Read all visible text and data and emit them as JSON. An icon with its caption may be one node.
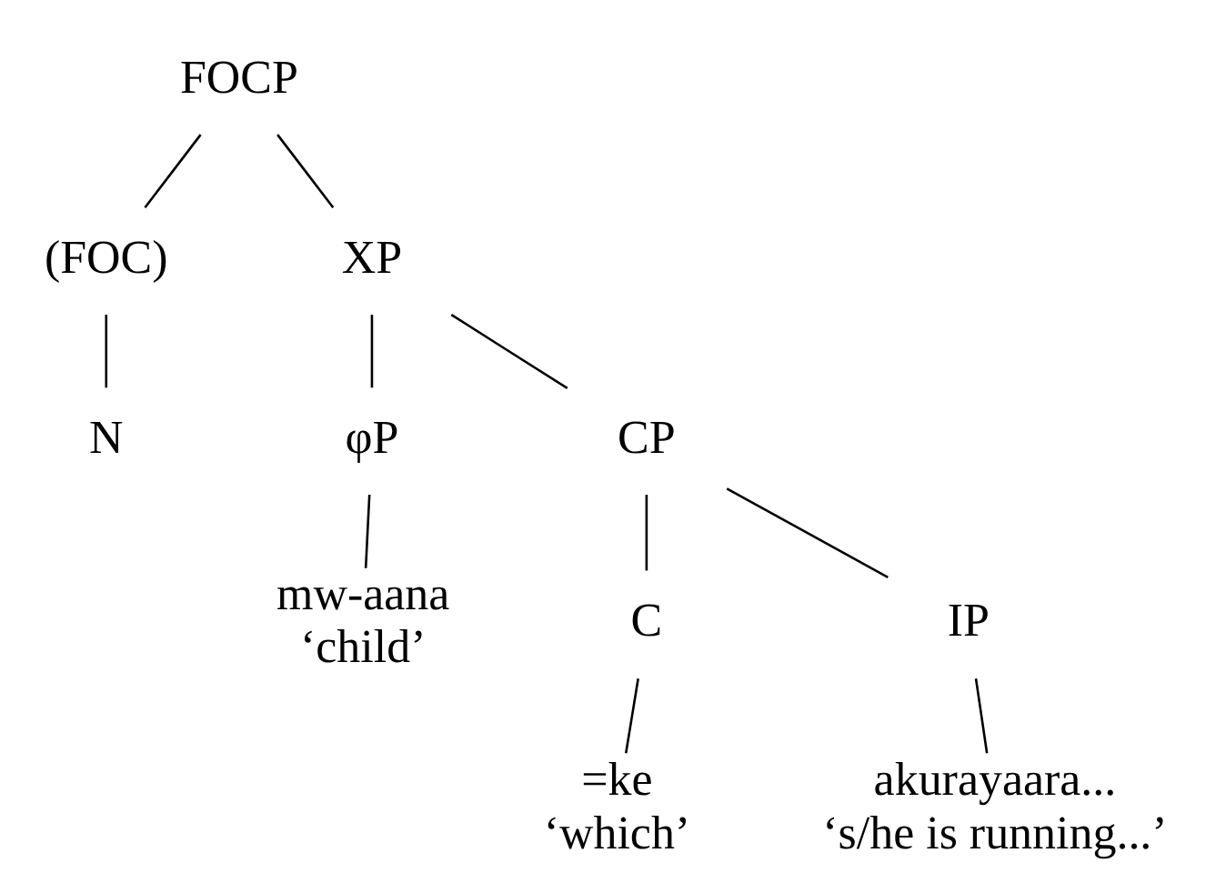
{
  "diagram": {
    "nodes": [
      {
        "text": [
          "FOCP"
        ]
      },
      {
        "text": [
          "(FOC)"
        ]
      },
      {
        "text": [
          "XP"
        ]
      },
      {
        "text": [
          "N"
        ]
      },
      {
        "text": [
          "φP"
        ]
      },
      {
        "text": [
          "CP"
        ]
      },
      {
        "text": [
          "mw-aana",
          "‘child’"
        ]
      },
      {
        "text": [
          "C"
        ]
      },
      {
        "text": [
          "IP"
        ]
      },
      {
        "text": [
          "=ke",
          "‘which’"
        ]
      },
      {
        "text": [
          "akurayaara...",
          "‘s/he is running...’"
        ]
      }
    ],
    "edges": [
      {
        "from": 0,
        "to": 1,
        "arrow": "none"
      },
      {
        "from": 0,
        "to": 2,
        "arrow": "none"
      },
      {
        "from": 1,
        "to": 3,
        "arrow": "none"
      },
      {
        "from": 2,
        "to": 4,
        "arrow": "none"
      },
      {
        "from": 2,
        "to": 5,
        "arrow": "none"
      },
      {
        "from": 4,
        "to": 6,
        "arrow": "none"
      },
      {
        "from": 5,
        "to": 7,
        "arrow": "none"
      },
      {
        "from": 5,
        "to": 8,
        "arrow": "none"
      },
      {
        "from": 7,
        "to": 9,
        "arrow": "none"
      },
      {
        "from": 8,
        "to": 10,
        "arrow": "none"
      }
    ]
  }
}
